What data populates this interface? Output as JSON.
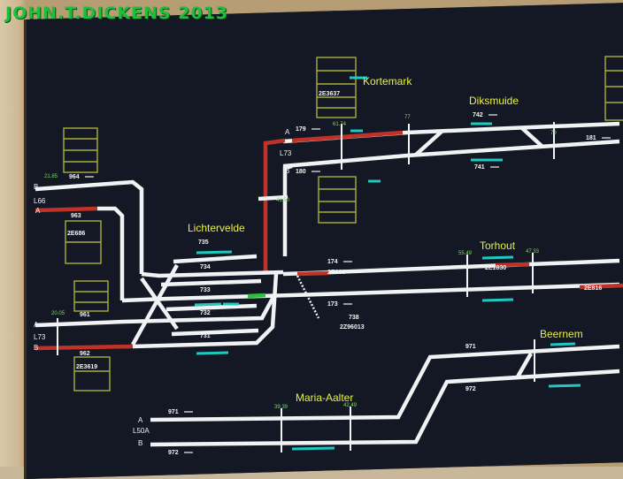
{
  "watermark": "JOHN.T.DICKENS  2013",
  "stations": {
    "kortemark": "Kortemark",
    "diksmuide": "Diksmuide",
    "lichtervelde": "Lichtervelde",
    "torhout": "Torhout",
    "beernem": "Beernem",
    "maria_aalter": "Maria-Aalter"
  },
  "train_numbers": {
    "kortemark_box": "2E3637",
    "left_upper_box": "2E686",
    "left_lower_box": "2E3619",
    "torhout_box": "2E1830",
    "far_right": "2E816",
    "lichtervelde_mid": "2E666",
    "siding": "2Z96013"
  },
  "track_labels": [
    "A",
    "L73",
    "B",
    "L66",
    "A",
    "B",
    "A",
    "L73",
    "B",
    "A",
    "L50A",
    "B"
  ],
  "block_numbers": [
    "179",
    "180",
    "742",
    "741",
    "181",
    "964",
    "963",
    "961",
    "962",
    "735",
    "734",
    "733",
    "732",
    "731",
    "174",
    "173",
    "738",
    "971",
    "972",
    "971",
    "972"
  ],
  "kilometer_posts": [
    "61.74",
    "77",
    "79",
    "21.85",
    "41.50",
    "55.49",
    "47.33",
    "20.05",
    "39.39",
    "42.49"
  ],
  "colors": {
    "track": "#f0f2f4",
    "occupied": "#c03228",
    "route": "#2fbf3c",
    "platform": "#1ec9c0",
    "label": "#e9ef4a",
    "box": "#a8ae3a"
  }
}
